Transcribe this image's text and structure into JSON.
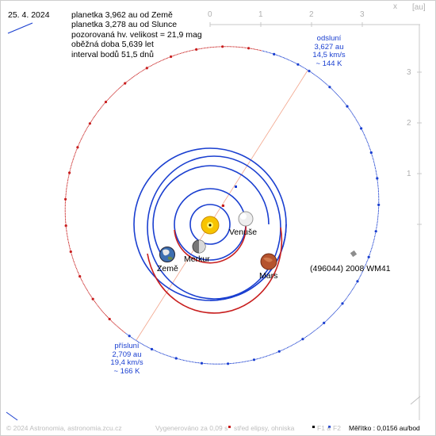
{
  "date": "25. 4. 2024",
  "info": {
    "line1": "planetka 3,962 au od Země",
    "line2": "planetka 3,278 au od Slunce",
    "line3": "pozorovaná hv. velikost = 21,9 mag",
    "line4": "oběžná doba 5,639 let",
    "line5": "interval bodů 51,5 dnů"
  },
  "aphelion": {
    "title": "odsluní",
    "dist": "3,627 au",
    "speed": "14,5 km/s",
    "temp": "~ 144 K"
  },
  "perihelion": {
    "title": "přísluní",
    "dist": "2,709 au",
    "speed": "19,4 km/s",
    "temp": "~ 166 K"
  },
  "planets": {
    "venus": "Venuše",
    "mercury": "Merkur",
    "earth": "Země",
    "mars": "Mars"
  },
  "asteroid": "(496044) 2008 WM41",
  "axes": {
    "x_label": "x",
    "unit": "[au]",
    "x_ticks": [
      "0",
      "1",
      "2",
      "3"
    ],
    "y_ticks": [
      "3",
      "2",
      "1"
    ]
  },
  "footer": {
    "copyright": "© 2024 Astronomia, astronomia.zcu.cz",
    "generated": "Vygenerováno za 0,09 s",
    "center": "střed elipsy, ohniska",
    "f1": "F1 a",
    "f2": "F2",
    "scale": "Měřítko : 0,0156 au/bod"
  },
  "colors": {
    "orbit_blue": "#1a3fd0",
    "orbit_red": "#c81e1e",
    "axis_grey": "#c0c0c0",
    "apsis_line": "#f2a48a"
  }
}
